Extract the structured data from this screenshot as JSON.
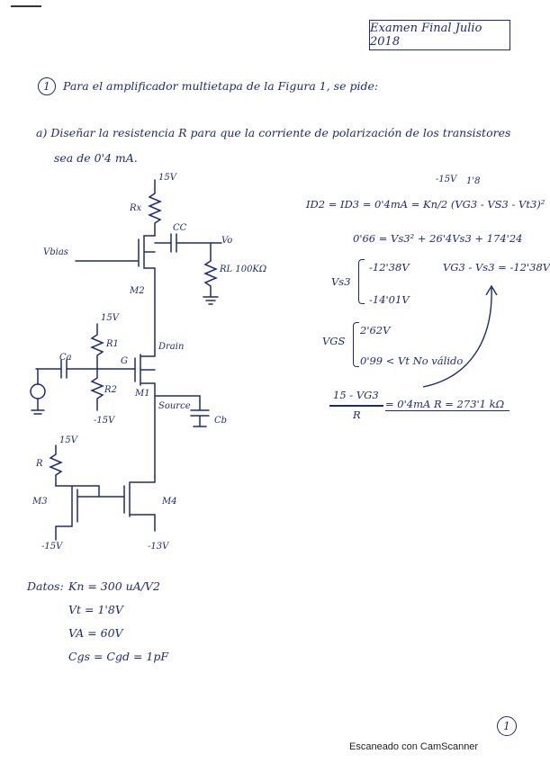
{
  "header": {
    "title": "Examen Final Julio 2018"
  },
  "question": {
    "number": "1",
    "intro": "Para el amplificador multietapa de la Figura 1, se pide:",
    "part_a_label": "a)",
    "part_a_line1": "Diseñar la resistencia R para que la corriente de polarización de los transistores",
    "part_a_line2": "sea de 0'4 mA."
  },
  "circuit": {
    "vdd_top": "15V",
    "rx": "Rx",
    "cc": "CC",
    "vo": "Vo",
    "vbias": "Vbias",
    "rl": "RL 100KΩ",
    "m2": "M2",
    "vdd_mid": "15V",
    "r1": "R1",
    "r2": "R2",
    "ca": "Ca",
    "g": "G",
    "drain": "Drain",
    "m1": "M1",
    "source": "Source",
    "cb": "Cb",
    "vss_mid": "-15V",
    "vdd_low": "15V",
    "r": "R",
    "m3": "M3",
    "m4": "M4",
    "vss_left": "-15V",
    "vss_right": "-13V"
  },
  "solution": {
    "annot_top1": "-15V",
    "annot_top2": "1'8",
    "eq1": "ID2 = ID3 = 0'4mA = Kn/2 (VG3 - VS3 - Vt3)²",
    "eq2": "0'66 = Vs3² + 26'4Vs3 + 174'24",
    "vs3_label": "Vs3",
    "vs3_a": "-12'38V",
    "vs3_b": "-14'01V",
    "vgs3": "VG3 - Vs3 = -12'38V",
    "vgs_label": "VGS",
    "vgs_a": "2'62V",
    "vgs_b": "0'99 < Vt  No válido",
    "eq3_num": "15 - VG3",
    "eq3_rest": "= 0'4mA  R = 273'1 kΩ",
    "eq3_den": "R"
  },
  "data": {
    "label": "Datos:",
    "kn": "Kn = 300 uA/V2",
    "vt": "Vt = 1'8V",
    "va": "VA = 60V",
    "cgs": "Cgs = Cgd = 1pF"
  },
  "footer": {
    "scanner": "Escaneado con CamScanner",
    "page": "1"
  }
}
